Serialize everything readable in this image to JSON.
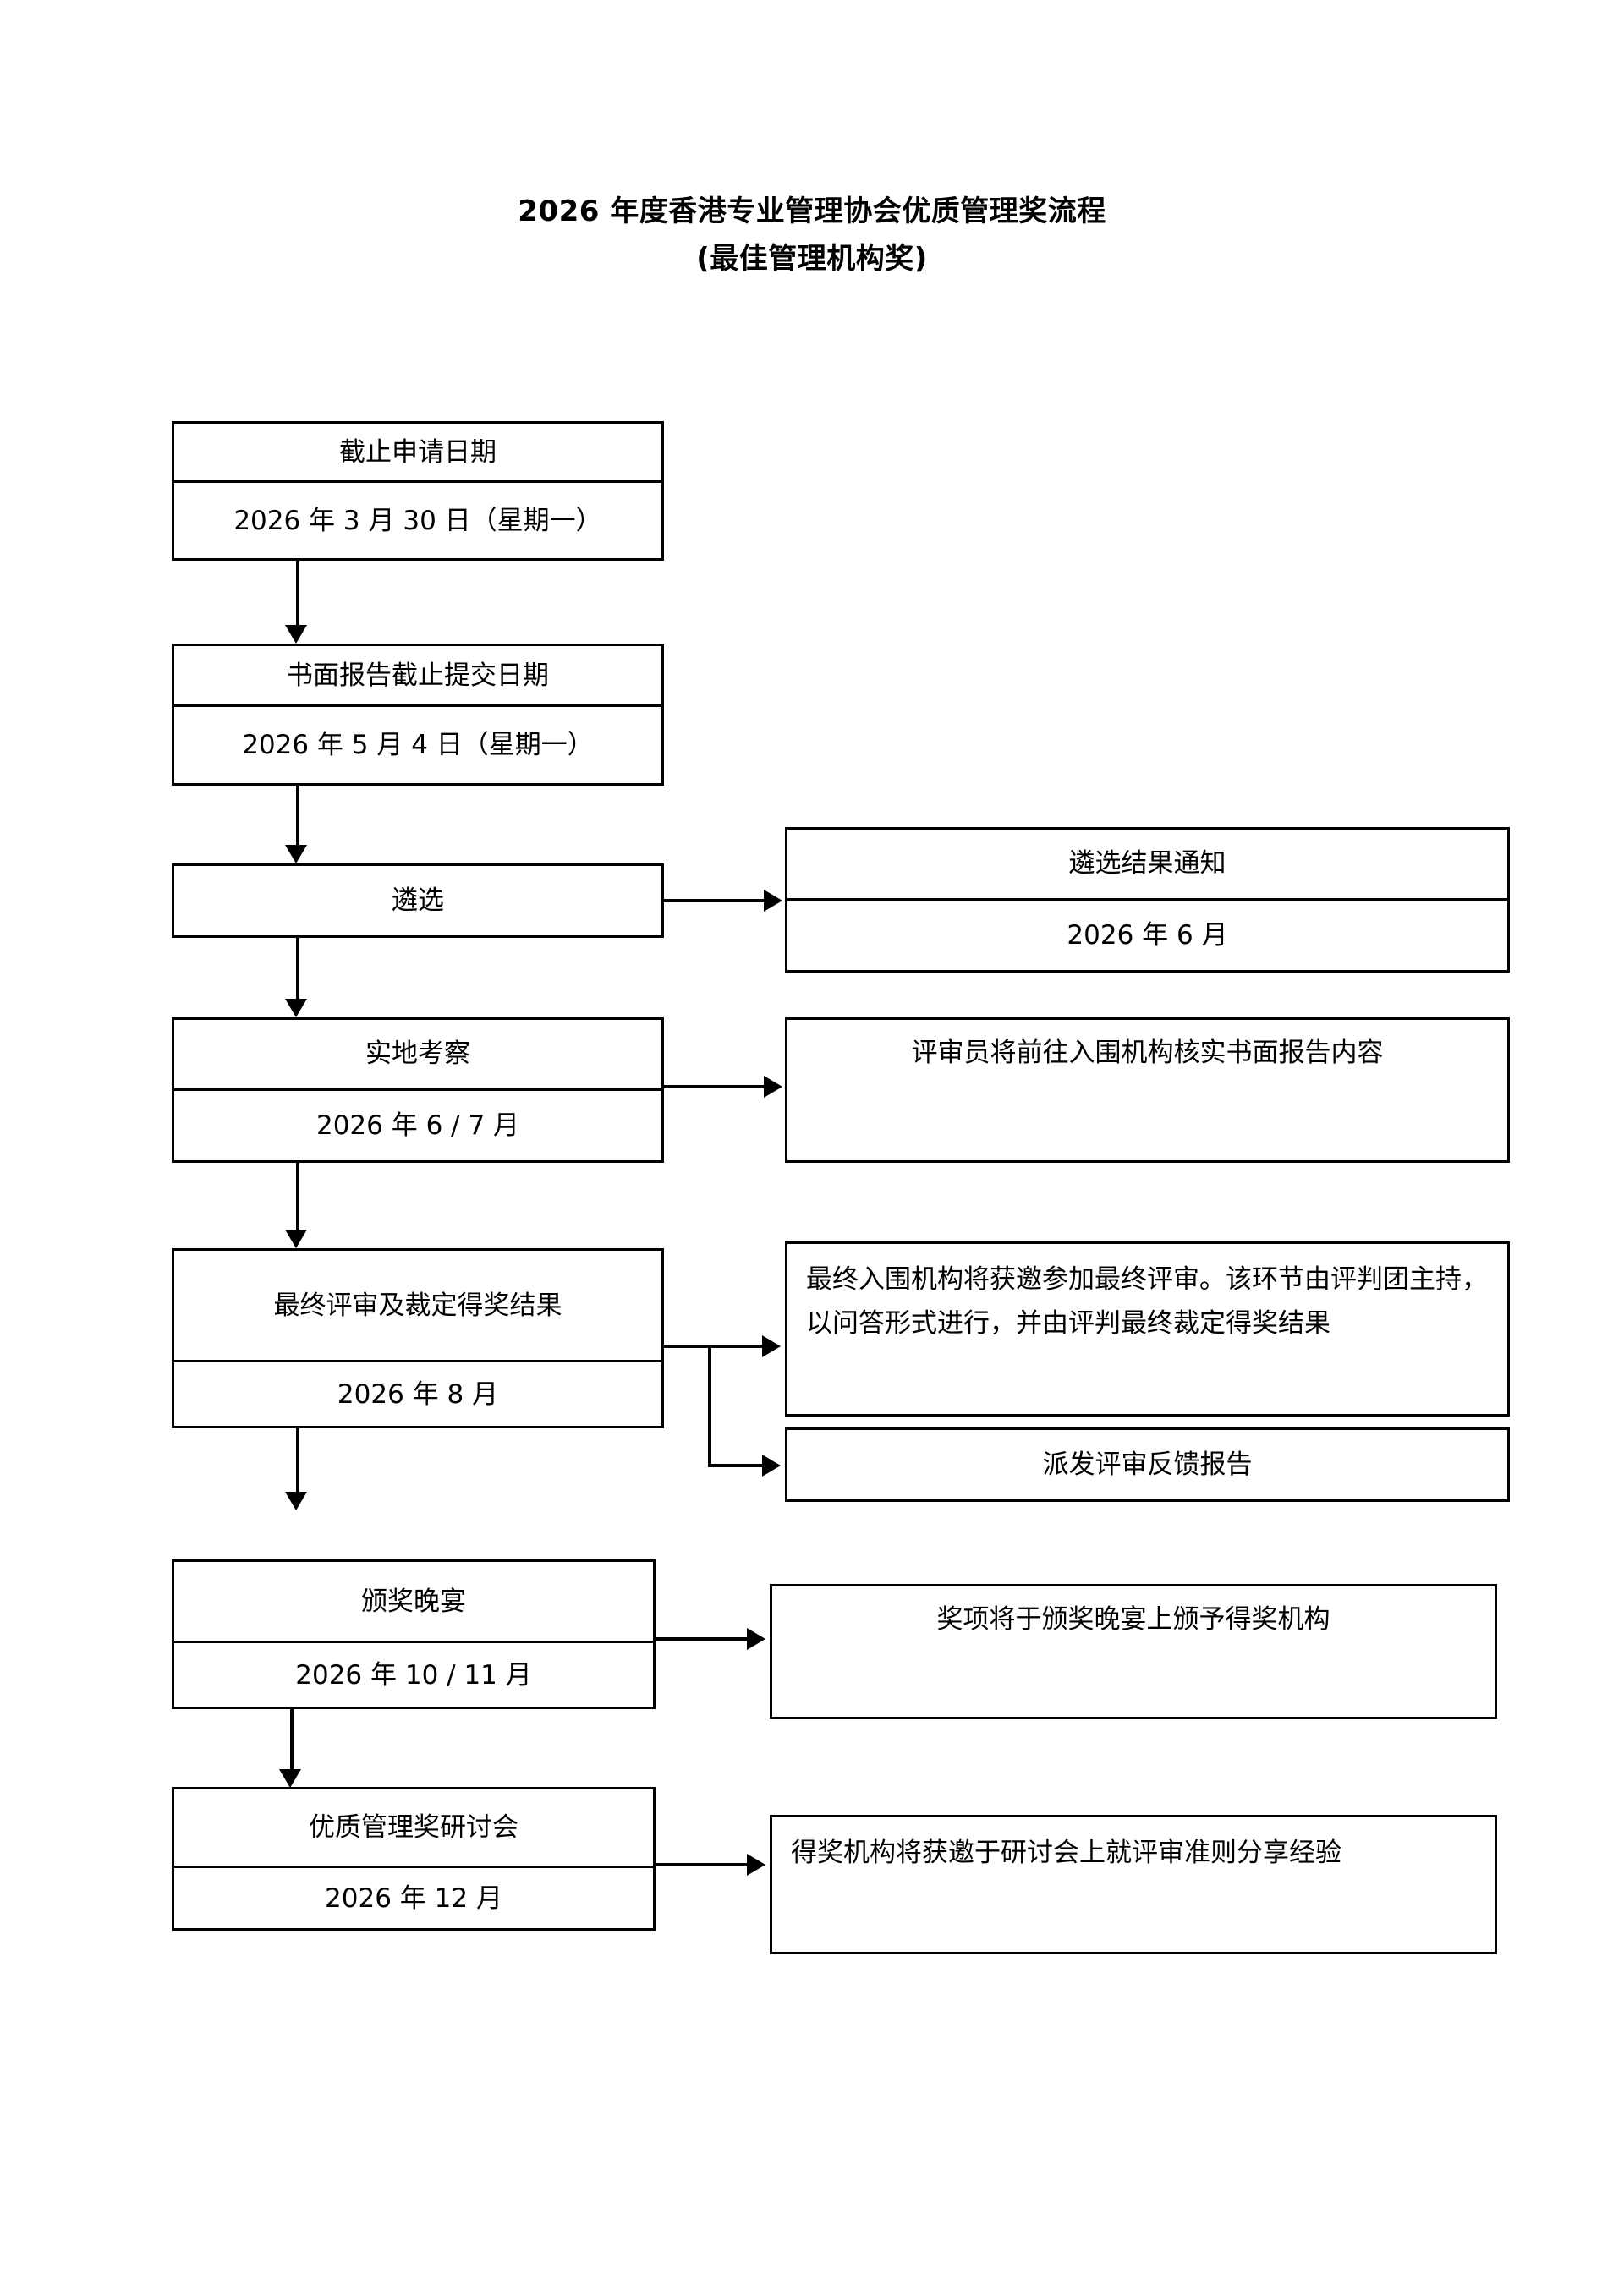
{
  "document": {
    "title_line_1": "2026 年度香港专业管理协会优质管理奖流程",
    "title_line_2": "(最佳管理机构奖)"
  },
  "flow": {
    "steps": [
      {
        "id": "application-deadline",
        "heading": "截止申请日期",
        "date": "2026 年 3 月 30 日（星期一）",
        "outcome": null
      },
      {
        "id": "written-report-deadline",
        "heading": "书面报告截止提交日期",
        "date": "2026 年 5 月 4 日（星期一）",
        "outcome": null
      },
      {
        "id": "shortlisting",
        "heading": "遴选",
        "date": null,
        "outcome": {
          "id": "shortlist-result-notice",
          "heading": "遴选结果通知",
          "date": "2026 年 6 月"
        }
      },
      {
        "id": "site-visit",
        "heading": "实地考察",
        "date": "2026 年 6 / 7 月",
        "outcome": {
          "id": "site-visit-note",
          "heading": "评审员将前往入围机构核实书面报告内容",
          "date": null
        }
      },
      {
        "id": "final-assessment",
        "heading": "最终评审及裁定得奖结果",
        "date": "2026 年 8 月",
        "outcome": {
          "id": "final-assessment-note",
          "heading": "最终入围机构将获邀参加最终评审。该环节由评判团主持，以问答形式进行，并由评判最终裁定得奖结果",
          "date": null
        },
        "outcome_secondary": {
          "id": "feedback-report",
          "heading": "派发评审反馈报告",
          "date": null
        }
      },
      {
        "id": "award-dinner",
        "heading": "颁奖晚宴",
        "date": "2026 年 10 / 11 月",
        "outcome": {
          "id": "award-dinner-note",
          "heading": "奖项将于颁奖晚宴上颁予得奖机构",
          "date": null
        }
      },
      {
        "id": "quality-award-seminar",
        "heading": "优质管理奖研讨会",
        "date": "2026 年 12 月",
        "outcome": {
          "id": "seminar-note",
          "heading": "得奖机构将获邀于研讨会上就评审准则分享经验",
          "date": null
        }
      }
    ]
  },
  "chart_data": {
    "type": "diagram",
    "title": "2026 年度香港专业管理协会优质管理奖流程 (最佳管理机构奖)",
    "orientation": "top-to-bottom with right-side annotations",
    "nodes": [
      {
        "label": "截止申请日期",
        "value": "2026 年 3 月 30 日（星期一）"
      },
      {
        "label": "书面报告截止提交日期",
        "value": "2026 年 5 月 4 日（星期一）"
      },
      {
        "label": "遴选",
        "value": ""
      },
      {
        "label": "遴选结果通知",
        "value": "2026 年 6 月"
      },
      {
        "label": "实地考察",
        "value": "2026 年 6 / 7 月"
      },
      {
        "label": "评审员将前往入围机构核实书面报告内容",
        "value": ""
      },
      {
        "label": "最终评审及裁定得奖结果",
        "value": "2026 年 8 月"
      },
      {
        "label": "最终入围机构将获邀参加最终评审。该环节由评判团主持，以问答形式进行，并由评判最终裁定得奖结果",
        "value": ""
      },
      {
        "label": "派发评审反馈报告",
        "value": ""
      },
      {
        "label": "颁奖晚宴",
        "value": "2026 年 10 / 11 月"
      },
      {
        "label": "奖项将于颁奖晚宴上颁予得奖机构",
        "value": ""
      },
      {
        "label": "优质管理奖研讨会",
        "value": "2026 年 12 月"
      },
      {
        "label": "得奖机构将获邀于研讨会上就评审准则分享经验",
        "value": ""
      }
    ],
    "edges": [
      {
        "from": "截止申请日期",
        "to": "书面报告截止提交日期"
      },
      {
        "from": "书面报告截止提交日期",
        "to": "遴选"
      },
      {
        "from": "遴选",
        "to": "遴选结果通知"
      },
      {
        "from": "遴选",
        "to": "实地考察"
      },
      {
        "from": "实地考察",
        "to": "评审员将前往入围机构核实书面报告内容"
      },
      {
        "from": "实地考察",
        "to": "最终评审及裁定得奖结果"
      },
      {
        "from": "最终评审及裁定得奖结果",
        "to": "最终入围机构将获邀参加最终评审。该环节由评判团主持，以问答形式进行，并由评判最终裁定得奖结果"
      },
      {
        "from": "最终评审及裁定得奖结果",
        "to": "派发评审反馈报告"
      },
      {
        "from": "最终评审及裁定得奖结果",
        "to": "颁奖晚宴"
      },
      {
        "from": "颁奖晚宴",
        "to": "奖项将于颁奖晚宴上颁予得奖机构"
      },
      {
        "from": "颁奖晚宴",
        "to": "优质管理奖研讨会"
      },
      {
        "from": "优质管理奖研讨会",
        "to": "得奖机构将获邀于研讨会上就评审准则分享经验"
      }
    ]
  }
}
